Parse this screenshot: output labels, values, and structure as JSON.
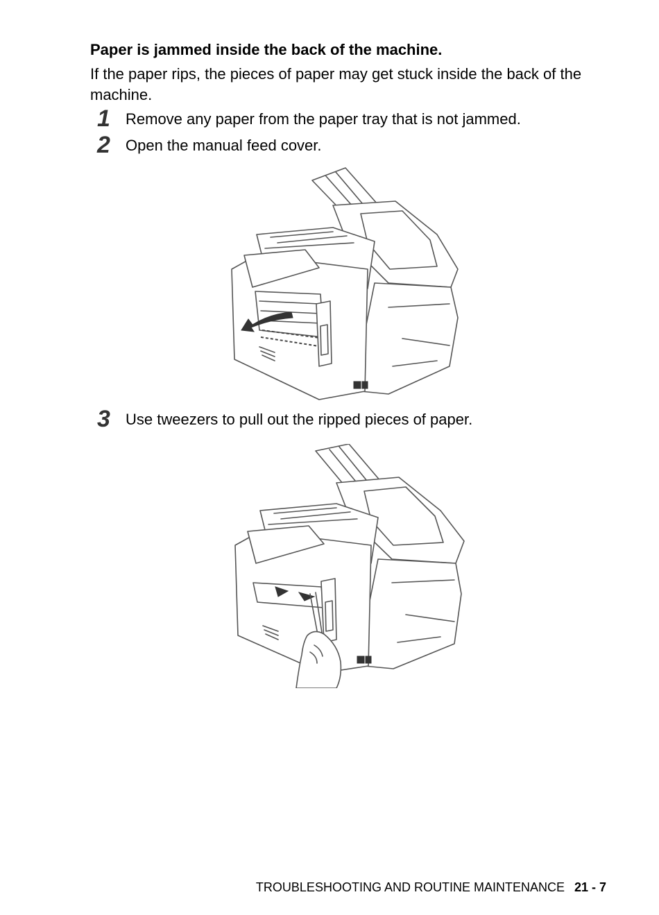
{
  "section": {
    "heading": "Paper is jammed inside the back of the machine.",
    "intro": "If the paper rips, the pieces of paper may get stuck inside the back of the machine."
  },
  "steps": [
    {
      "number": "1",
      "text": "Remove any paper from the paper tray that is not jammed."
    },
    {
      "number": "2",
      "text": "Open the manual feed cover."
    },
    {
      "number": "3",
      "text": "Use tweezers to pull out the ripped pieces of paper."
    }
  ],
  "footer": {
    "chapter": "TROUBLESHOOTING AND ROUTINE MAINTENANCE",
    "page": "21 - 7"
  }
}
